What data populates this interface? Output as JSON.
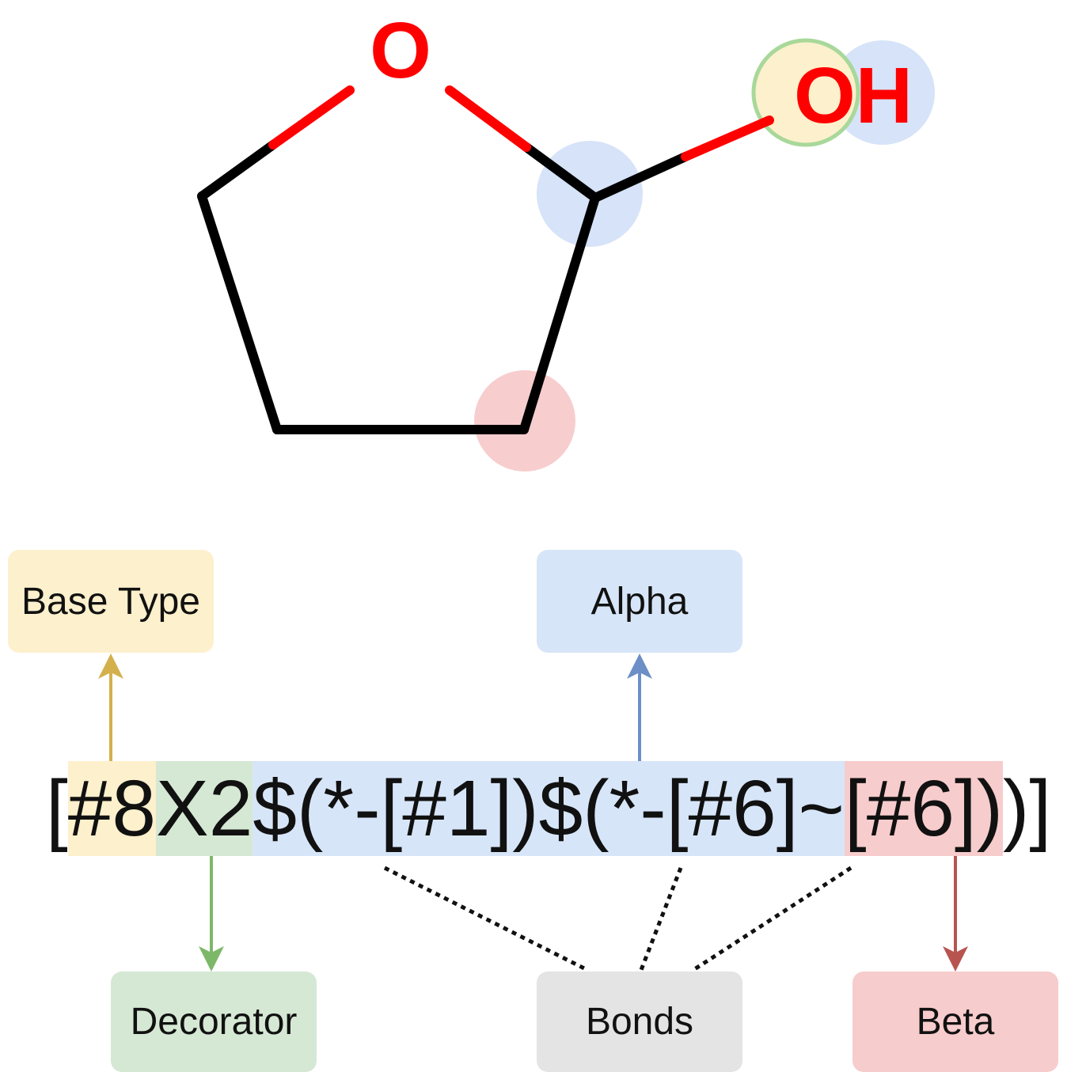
{
  "molecule": {
    "ring_oxygen_label": "O",
    "hydroxyl_label": "OH",
    "colors": {
      "bond": "#000000",
      "heteroatom": "#ff0000",
      "alpha_highlight": "#c8daf5",
      "beta_highlight": "#f5c0c0",
      "base_highlight": "#fdf0cc",
      "decorator_ring": "#a8d89a"
    }
  },
  "smarts": {
    "open_bracket": "[",
    "base_type": "#8",
    "decorator": "X2",
    "alpha": "$(*-[#1])$(*-[#6]~",
    "beta": "[#6])",
    "close": ")]"
  },
  "labels": {
    "base_type": "Base Type",
    "alpha": "Alpha",
    "decorator": "Decorator",
    "bonds": "Bonds",
    "beta": "Beta"
  },
  "arrow_colors": {
    "base_type": "#d4b04c",
    "alpha": "#6c8fc7",
    "decorator": "#7cb868",
    "beta": "#b85450"
  }
}
